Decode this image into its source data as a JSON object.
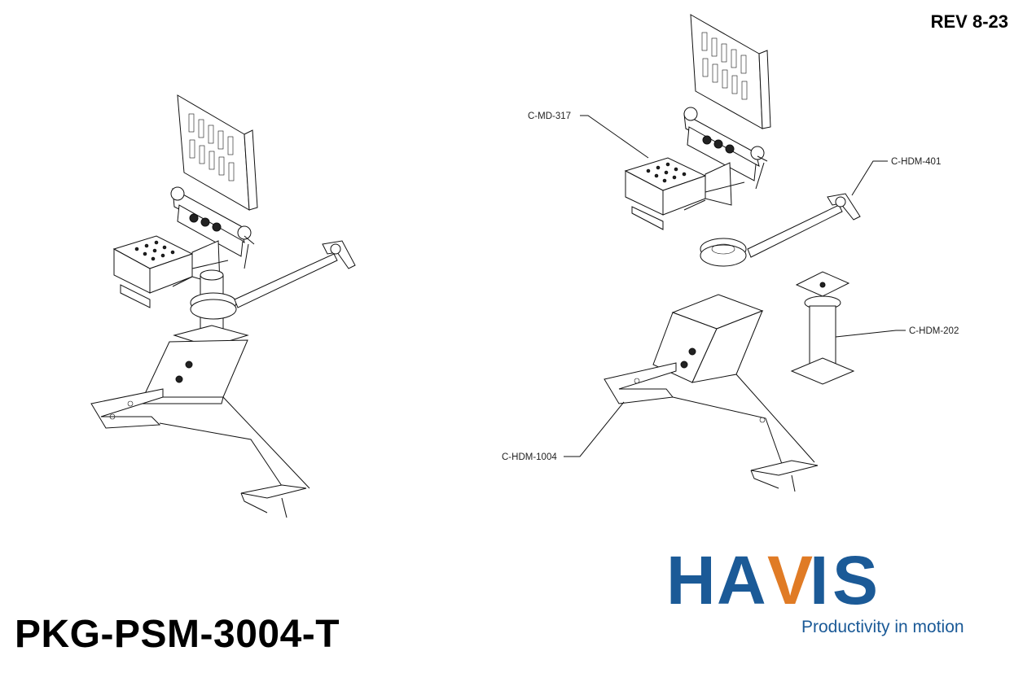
{
  "revision": "REV 8-23",
  "model_number": "PKG-PSM-3004-T",
  "callouts": {
    "md317": "C-MD-317",
    "hdm401": "C-HDM-401",
    "hdm202": "C-HDM-202",
    "hdm1004": "C-HDM-1004"
  },
  "logo": {
    "letters": [
      "H",
      "A",
      "V",
      "I",
      "S"
    ],
    "tagline": "Productivity in motion",
    "colors": {
      "navy": "#1b5a97",
      "orange": "#e07b25"
    }
  }
}
